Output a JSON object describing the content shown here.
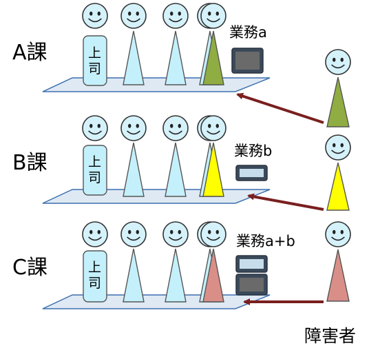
{
  "groups": [
    {
      "dept": "A課",
      "boss": [
        "上",
        "司"
      ],
      "task": "業務a",
      "color": "#8fad42",
      "monitors": [
        "dark"
      ]
    },
    {
      "dept": "B課",
      "boss": [
        "上",
        "司"
      ],
      "task": "業務b",
      "color": "#ffff00",
      "monitors": [
        "light"
      ]
    },
    {
      "dept": "C課",
      "boss": [
        "上",
        "司"
      ],
      "task": "業務a+b",
      "color": "#d98f88",
      "monitors": [
        "light",
        "dark"
      ]
    }
  ],
  "legend": "障害者",
  "colors": {
    "staff": "#c4f0fb",
    "face": "#d5f2fb",
    "boss_fill": "#c4f0fb",
    "arrow": "#7a1f1f",
    "platform": "#dfe9f3",
    "monitor_dark": "#6a6a6a",
    "monitor_light": "#c8ddeb"
  },
  "icons": [
    "smiley-face-icon",
    "person-cone-icon",
    "monitor-icon",
    "arrow-icon"
  ]
}
